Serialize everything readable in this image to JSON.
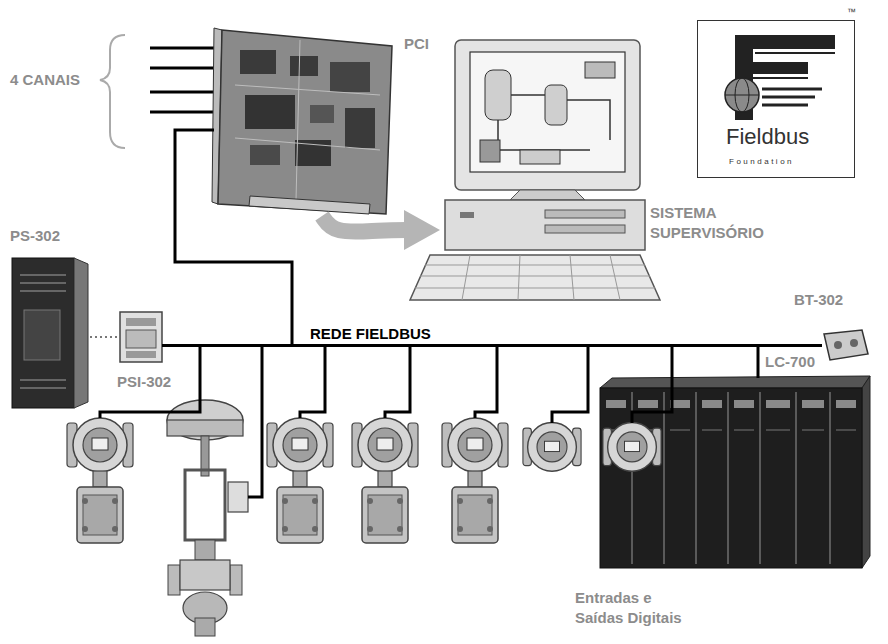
{
  "diagram": {
    "nodes": [
      {
        "text": [
          "PCI"
        ]
      },
      {
        "text": [
          "Fieldbus",
          "Foundation"
        ]
      },
      {
        "text": [
          "SISTEMA SUPERVISÓRIO"
        ]
      },
      {
        "text": [
          "PS-302"
        ]
      },
      {
        "text": [
          "PSI-302"
        ]
      },
      {
        "text": [
          "REDE FIELDBUS"
        ]
      },
      {
        "text": [
          "BT-302"
        ]
      },
      {
        "text": [
          "LC-700",
          "Entradas e Saídas Digitais"
        ]
      }
    ],
    "edges": [
      {
        "from": 0,
        "to": 2,
        "arrow": "to"
      },
      {
        "from": 0,
        "to": 5,
        "arrow": "none"
      },
      {
        "from": 3,
        "to": 4,
        "arrow": "none"
      },
      {
        "from": 4,
        "to": 5,
        "arrow": "none"
      },
      {
        "from": 5,
        "to": 6,
        "arrow": "none"
      },
      {
        "from": 5,
        "to": 7,
        "arrow": "none"
      }
    ],
    "labels": [
      "4 CANAIS",
      "™"
    ]
  }
}
